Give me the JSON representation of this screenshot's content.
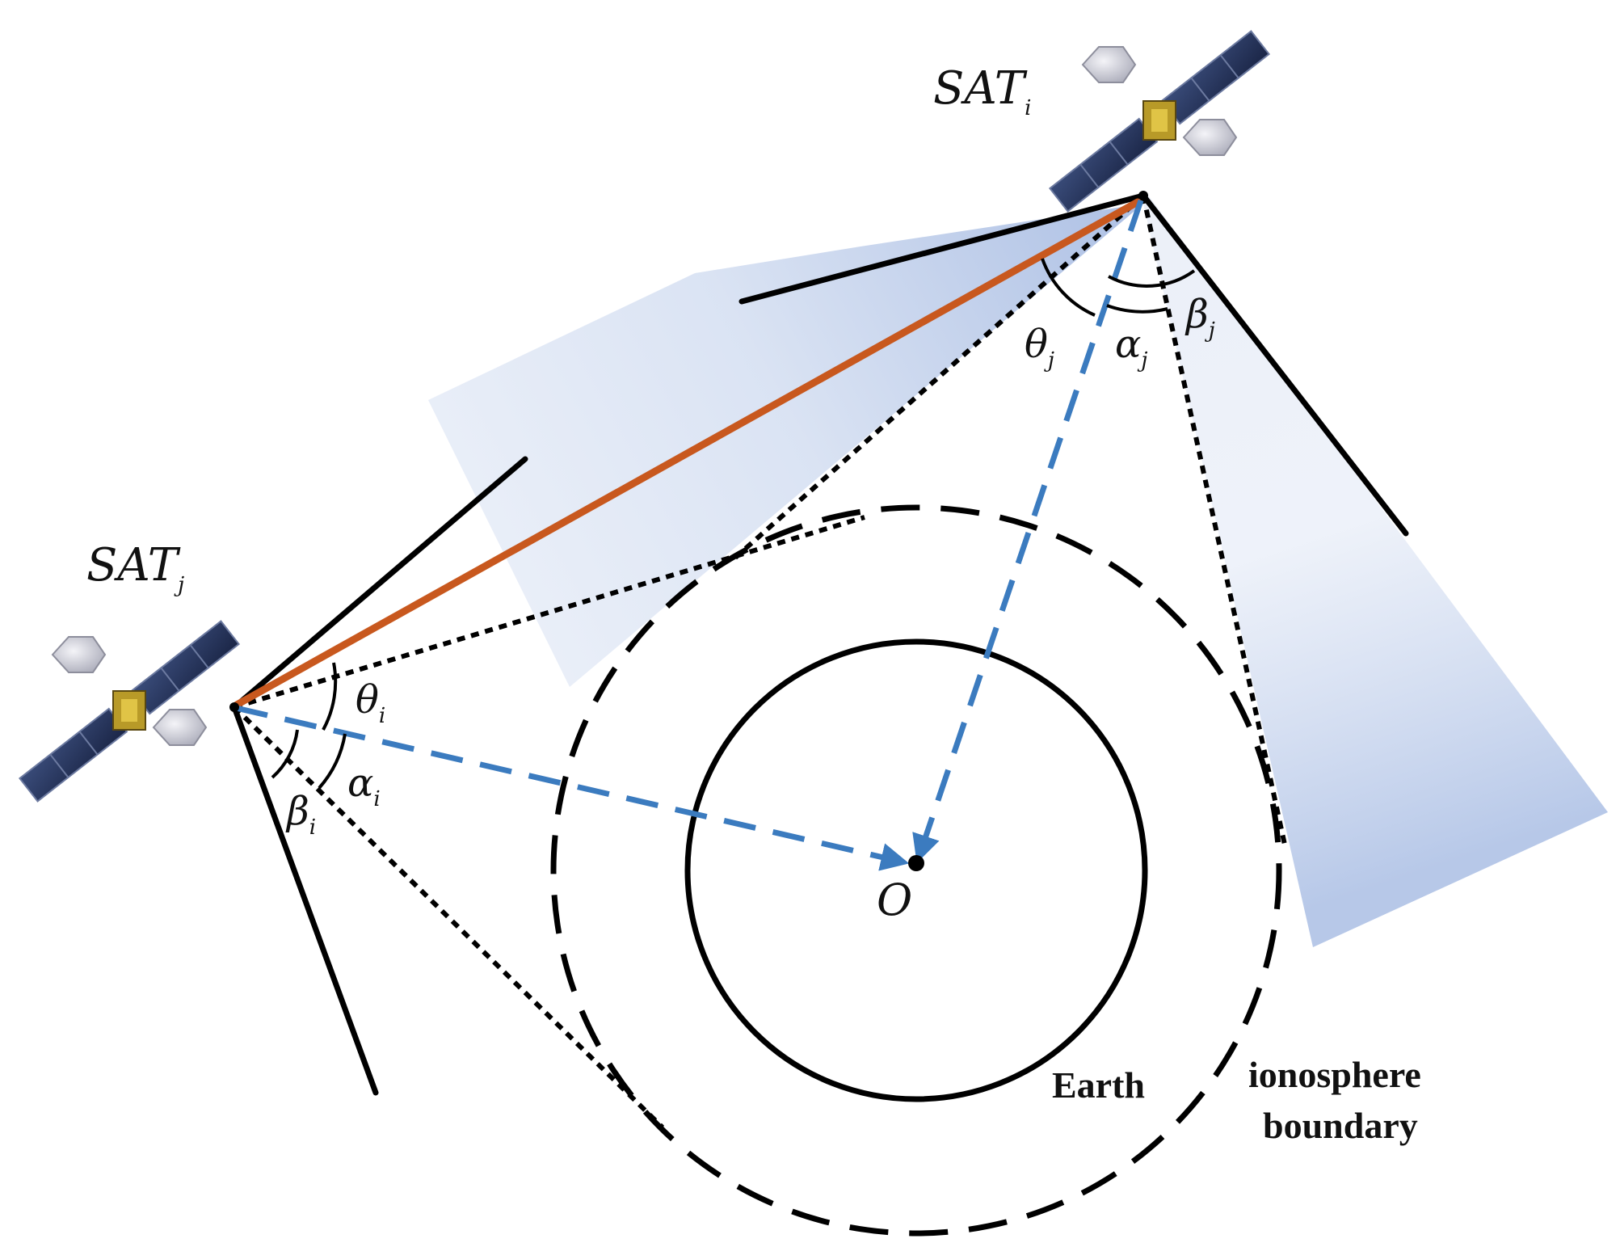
{
  "satellites": {
    "sat_i": {
      "base": "SAT",
      "sub": "i"
    },
    "sat_j": {
      "base": "SAT",
      "sub": "j"
    }
  },
  "angles": {
    "theta_i": {
      "sym": "θ",
      "sub": "i"
    },
    "alpha_i": {
      "sym": "α",
      "sub": "i"
    },
    "beta_i": {
      "sym": "β",
      "sub": "i"
    },
    "theta_j": {
      "sym": "θ",
      "sub": "j"
    },
    "alpha_j": {
      "sym": "α",
      "sub": "j"
    },
    "beta_j": {
      "sym": "β",
      "sub": "j"
    }
  },
  "center_label": "O",
  "earth_label": "Earth",
  "ionosphere_label": {
    "line1": "ionosphere",
    "line2": "boundary"
  },
  "colors": {
    "link": "#c8581e",
    "center_line": "#3b7bbf",
    "beam_fill": "#b7c8e8",
    "line": "#000000"
  }
}
